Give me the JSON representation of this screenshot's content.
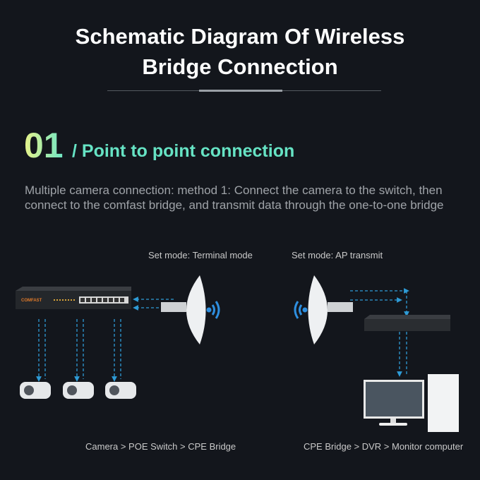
{
  "title": {
    "line1": "Schematic Diagram Of Wireless",
    "line2": "Bridge Connection"
  },
  "section": {
    "number": "01",
    "heading": "/ Point to point connection"
  },
  "description": "Multiple camera connection: method 1: Connect the camera to the switch, then connect to the comfast bridge, and transmit data through the one-to-one bridge",
  "left": {
    "mode_label": "Set mode: Terminal mode",
    "caption": "Camera > POE Switch > CPE Bridge",
    "switch_brand": "COMFAST"
  },
  "right": {
    "mode_label": "Set mode: AP transmit",
    "caption": "CPE Bridge > DVR > Monitor computer"
  },
  "colors": {
    "background": "#13161c",
    "accent": "#66e3c4",
    "link": "#2e9bd6"
  }
}
